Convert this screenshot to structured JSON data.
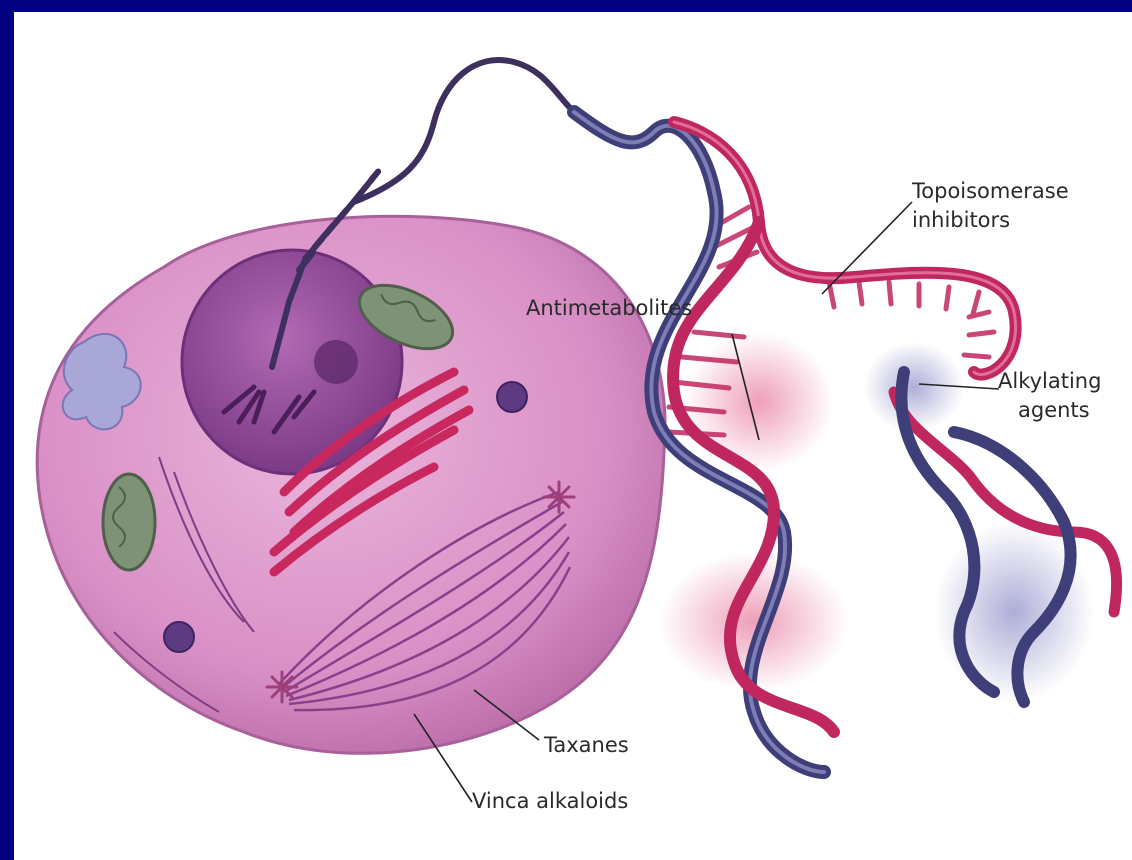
{
  "labels": {
    "topoisomerase_line1": "Topoisomerase",
    "topoisomerase_line2": "inhibitors",
    "antimetabolites": "Antimetabolites",
    "alkylating_line1": "Alkylating",
    "alkylating_line2": "agents",
    "taxanes": "Taxanes",
    "vinca": "Vinca alkaloids"
  },
  "colors": {
    "border": "#000080",
    "cell_fill": "#d98fc6",
    "nucleus_fill": "#9a4f9c",
    "golgi": "#c8285e",
    "mitochondria": "#7e9277",
    "dna_strand_red": "#c0275f",
    "dna_strand_blue": "#3e3e78"
  }
}
